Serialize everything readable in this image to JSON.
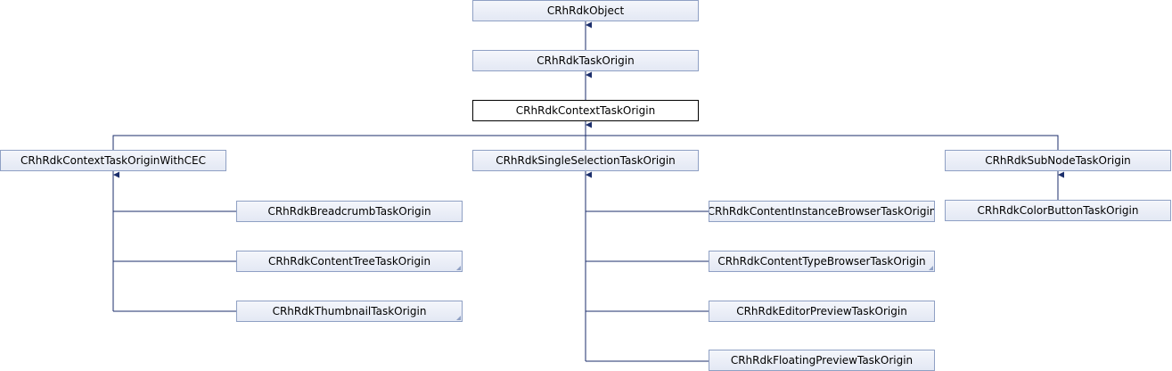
{
  "diagram": {
    "nodes": {
      "rdk_object": "CRhRdkObject",
      "task_origin": "CRhRdkTaskOrigin",
      "context_task_origin": "CRhRdkContextTaskOrigin",
      "context_with_cec": "CRhRdkContextTaskOriginWithCEC",
      "single_selection": "CRhRdkSingleSelectionTaskOrigin",
      "sub_node": "CRhRdkSubNodeTaskOrigin",
      "breadcrumb": "CRhRdkBreadcrumbTaskOrigin",
      "content_tree": "CRhRdkContentTreeTaskOrigin",
      "thumbnail": "CRhRdkThumbnailTaskOrigin",
      "instance_browser": "CRhRdkContentInstanceBrowserTaskOrigin",
      "type_browser": "CRhRdkContentTypeBrowserTaskOrigin",
      "editor_preview": "CRhRdkEditorPreviewTaskOrigin",
      "floating_preview": "CRhRdkFloatingPreviewTaskOrigin",
      "color_button": "CRhRdkColorButtonTaskOrigin"
    },
    "colors": {
      "edge": "#1b2e6b",
      "node_border": "#8fa0c4",
      "current_border": "#000000"
    }
  }
}
